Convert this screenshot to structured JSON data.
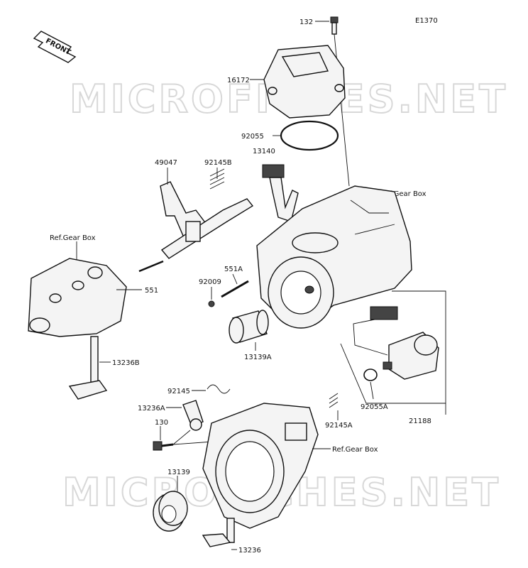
{
  "diagram_code": "E1370",
  "front_label": "FRONT",
  "watermark": "MICROFICHES.NET",
  "callouts": {
    "p132": "132",
    "p16172": "16172",
    "p92055": "92055",
    "p13140": "13140",
    "p49047": "49047",
    "p92145B": "92145B",
    "ref_gear_box_right": "Ref.Gear Box",
    "ref_gear_box_left": "Ref.Gear Box",
    "p551A": "551A",
    "p92009": "92009",
    "p551": "551",
    "p13139A": "13139A",
    "p13236B": "13236B",
    "p92145": "92145",
    "p13236A": "13236A",
    "p130": "130",
    "p92145A": "92145A",
    "p92055A": "92055A",
    "p21188": "21188",
    "ref_gear_box_bottom": "Ref.Gear Box",
    "p13139": "13139",
    "p13236": "13236"
  }
}
